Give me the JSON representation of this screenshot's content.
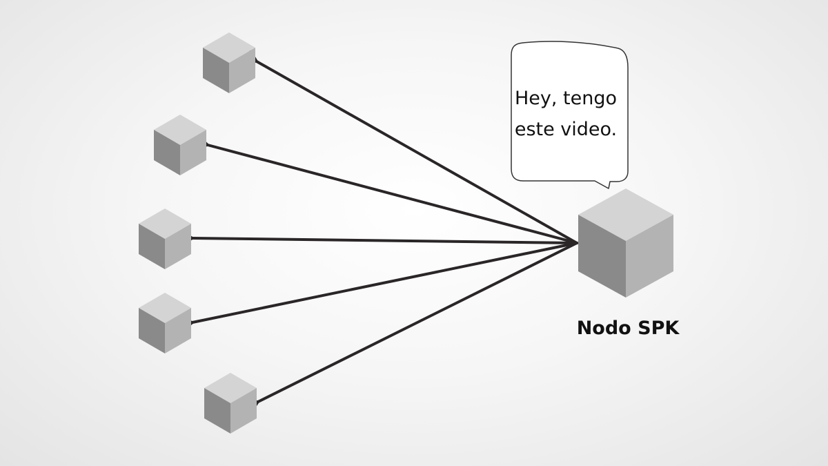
{
  "diagram": {
    "speech_bubble": {
      "line1": "Hey, tengo",
      "line2": "este video."
    },
    "source_node": {
      "label": "Nodo SPK"
    },
    "target_nodes_count": 5,
    "colors": {
      "cube_top": "#d4d4d4",
      "cube_left": "#8a8a8a",
      "cube_right": "#b3b3b3",
      "arrow": "#2a2627",
      "bubble_fill": "#ffffff",
      "bubble_stroke": "#333333"
    }
  }
}
